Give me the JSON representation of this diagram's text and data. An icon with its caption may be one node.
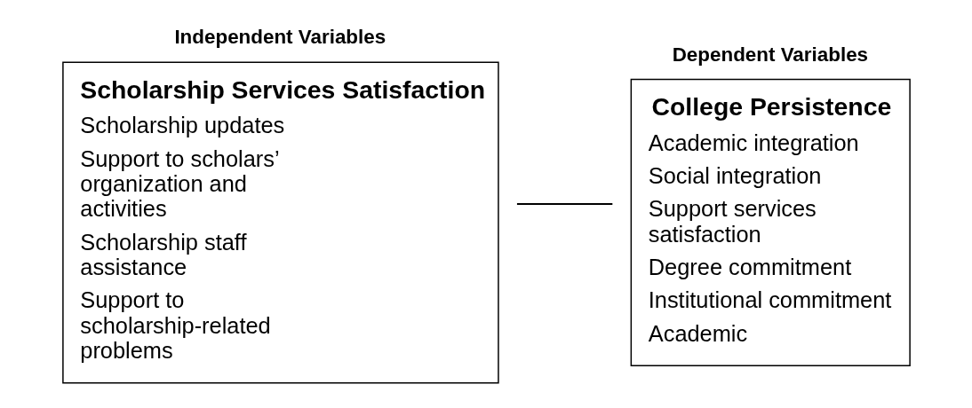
{
  "diagram": {
    "nodes": [
      {
        "text": [
          "Independent Variables",
          "Scholarship Services Satisfaction",
          "Scholarship updates",
          "Support to scholars’ organization and activities",
          "Scholarship staff assistance",
          "Support to scholarship-related problems"
        ]
      },
      {
        "text": [
          "Dependent Variables",
          "College Persistence",
          "Academic integration",
          "Social integration",
          "Support services satisfaction",
          "Degree commitment",
          "Institutional commitment",
          "Academic"
        ]
      }
    ],
    "edges": [
      {
        "from": 0,
        "to": 1,
        "arrow": "none"
      }
    ]
  }
}
